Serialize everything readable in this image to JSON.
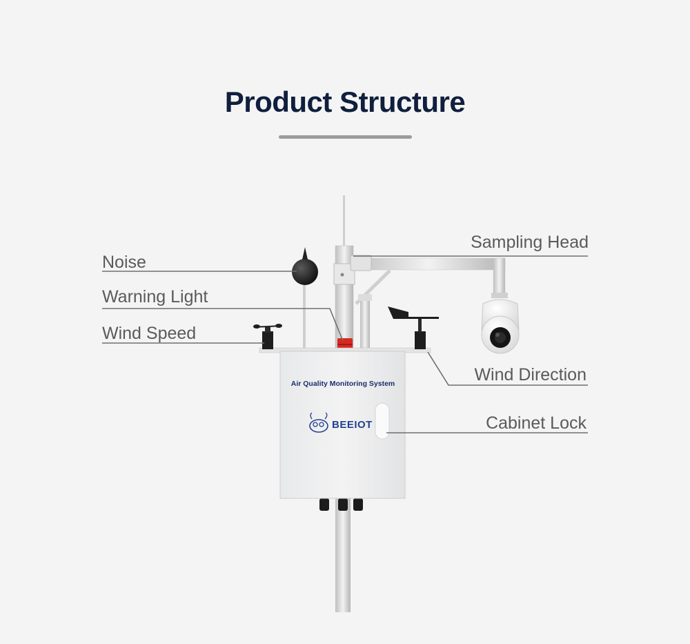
{
  "header": {
    "title": "Product Structure"
  },
  "labels": {
    "noise": "Noise",
    "warning_light": "Warning Light",
    "wind_speed": "Wind Speed",
    "sampling_head": "Sampling Head",
    "wind_direction": "Wind Direction",
    "cabinet_lock": "Cabinet Lock"
  },
  "cabinet": {
    "title": "Air Quality Monitoring System",
    "brand": "BEEIOT"
  },
  "colors": {
    "title": "#0f1f3d",
    "label_text": "#5a5a5a",
    "leader_line": "#6e6e6e",
    "warning_light": "#d8291f",
    "brand": "#23408f"
  }
}
